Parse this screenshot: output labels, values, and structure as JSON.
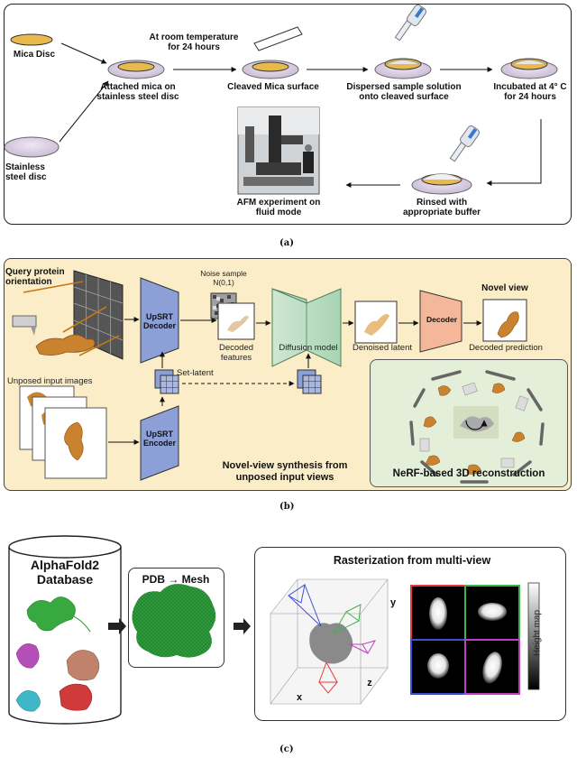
{
  "panel_a": {
    "mica_disc": "Mica Disc",
    "stainless_disc_l1": "Stainless",
    "stainless_disc_l2": "steel disc",
    "attached_l1": "Attached mica on",
    "attached_l2": "stainless steel disc",
    "room_temp_l1": "At room temperature",
    "room_temp_l2": "for 24 hours",
    "cleaved": "Cleaved Mica surface",
    "dispersed_l1": "Dispersed sample solution",
    "dispersed_l2": "onto cleaved surface",
    "incubated_l1": "Incubated at 4° C",
    "incubated_l2": "for 24 hours",
    "rinsed_l1": "Rinsed with",
    "rinsed_l2": "appropriate buffer",
    "afm_l1": "AFM experiment on",
    "afm_l2": "fluid mode",
    "caption": "(a)"
  },
  "panel_b": {
    "query_l1": "Query protein",
    "query_l2": "orientation",
    "noise_l1": "Noise sample",
    "noise_l2": "N(0,1)",
    "upsrt_decoder_l1": "UpSRT",
    "upsrt_decoder_l2": "Decoder",
    "decoded_features_l1": "Decoded",
    "decoded_features_l2": "features",
    "diffusion_model": "Diffusion model",
    "denoised_latent": "Denoised latent",
    "decoder": "Decoder",
    "novel_view": "Novel view",
    "decoded_prediction": "Decoded prediction",
    "unposed_inputs": "Unposed input images",
    "set_latent": "Set-latent",
    "upsrt_encoder_l1": "UpSRT",
    "upsrt_encoder_l2": "Encoder",
    "synthesis_l1": "Novel-view synthesis from",
    "synthesis_l2": "unposed input views",
    "nerf": "NeRF-based 3D reconstruction",
    "caption": "(b)"
  },
  "panel_c": {
    "db_l1": "AlphaFold2",
    "db_l2": "Database",
    "pdb_mesh": "PDB → Mesh",
    "raster_title": "Rasterization from multi-view",
    "axis_y": "y",
    "axis_x": "x",
    "axis_z": "z",
    "height_map": "Height map",
    "caption": "(c)"
  },
  "colors": {
    "encoder_blue": "#8c9fd6",
    "decoder_salmon": "#f4b79a",
    "diffusion_green": "#b9dcc0",
    "panel_b_bg": "#fbedc8",
    "nerf_bg": "#e3efd9",
    "mesh_green": "#2e9b3c",
    "view_red": "#e23b3b",
    "view_green": "#3fb24a",
    "view_blue": "#3c50d6",
    "view_magenta": "#c13fc0"
  }
}
